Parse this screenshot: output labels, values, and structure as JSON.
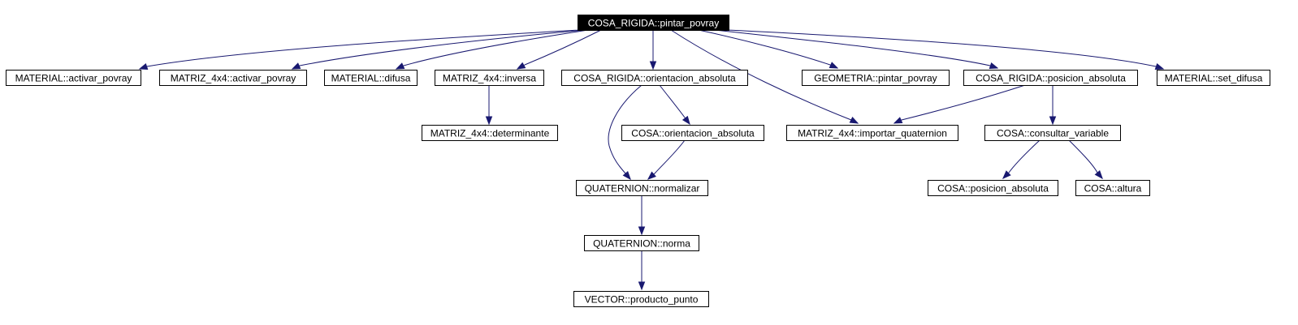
{
  "graph": {
    "colors": {
      "edge": "#191970",
      "node_border": "#000000",
      "node_fill": "#ffffff",
      "root_fill": "#000000",
      "root_text": "#ffffff",
      "node_text": "#000000"
    },
    "nodes": [
      {
        "id": "root",
        "label": "COSA_RIGIDA::pintar_povray",
        "root": true
      },
      {
        "id": "mat_activar",
        "label": "MATERIAL::activar_povray"
      },
      {
        "id": "m4_activar",
        "label": "MATRIZ_4x4::activar_povray"
      },
      {
        "id": "mat_difusa",
        "label": "MATERIAL::difusa"
      },
      {
        "id": "m4_inversa",
        "label": "MATRIZ_4x4::inversa"
      },
      {
        "id": "cr_orient",
        "label": "COSA_RIGIDA::orientacion_absoluta"
      },
      {
        "id": "geo_pintar",
        "label": "GEOMETRIA::pintar_povray"
      },
      {
        "id": "cr_pos",
        "label": "COSA_RIGIDA::posicion_absoluta"
      },
      {
        "id": "mat_setdif",
        "label": "MATERIAL::set_difusa"
      },
      {
        "id": "m4_det",
        "label": "MATRIZ_4x4::determinante"
      },
      {
        "id": "cosa_orient",
        "label": "COSA::orientacion_absoluta"
      },
      {
        "id": "m4_quat",
        "label": "MATRIZ_4x4::importar_quaternion"
      },
      {
        "id": "cosa_consultar",
        "label": "COSA::consultar_variable"
      },
      {
        "id": "q_normalizar",
        "label": "QUATERNION::normalizar"
      },
      {
        "id": "cosa_pos",
        "label": "COSA::posicion_absoluta"
      },
      {
        "id": "cosa_altura",
        "label": "COSA::altura"
      },
      {
        "id": "q_norma",
        "label": "QUATERNION::norma"
      },
      {
        "id": "v_punto",
        "label": "VECTOR::producto_punto"
      }
    ],
    "edges": [
      {
        "from": "root",
        "to": "mat_activar"
      },
      {
        "from": "root",
        "to": "m4_activar"
      },
      {
        "from": "root",
        "to": "mat_difusa"
      },
      {
        "from": "root",
        "to": "m4_inversa"
      },
      {
        "from": "root",
        "to": "cr_orient"
      },
      {
        "from": "root",
        "to": "m4_quat"
      },
      {
        "from": "root",
        "to": "geo_pintar"
      },
      {
        "from": "root",
        "to": "cr_pos"
      },
      {
        "from": "root",
        "to": "mat_setdif"
      },
      {
        "from": "m4_inversa",
        "to": "m4_det"
      },
      {
        "from": "cr_orient",
        "to": "cosa_orient"
      },
      {
        "from": "cr_orient",
        "to": "q_normalizar"
      },
      {
        "from": "cosa_orient",
        "to": "q_normalizar"
      },
      {
        "from": "cr_pos",
        "to": "m4_quat"
      },
      {
        "from": "cr_pos",
        "to": "cosa_consultar"
      },
      {
        "from": "cosa_consultar",
        "to": "cosa_pos"
      },
      {
        "from": "cosa_consultar",
        "to": "cosa_altura"
      },
      {
        "from": "q_normalizar",
        "to": "q_norma"
      },
      {
        "from": "q_norma",
        "to": "v_punto"
      }
    ]
  }
}
